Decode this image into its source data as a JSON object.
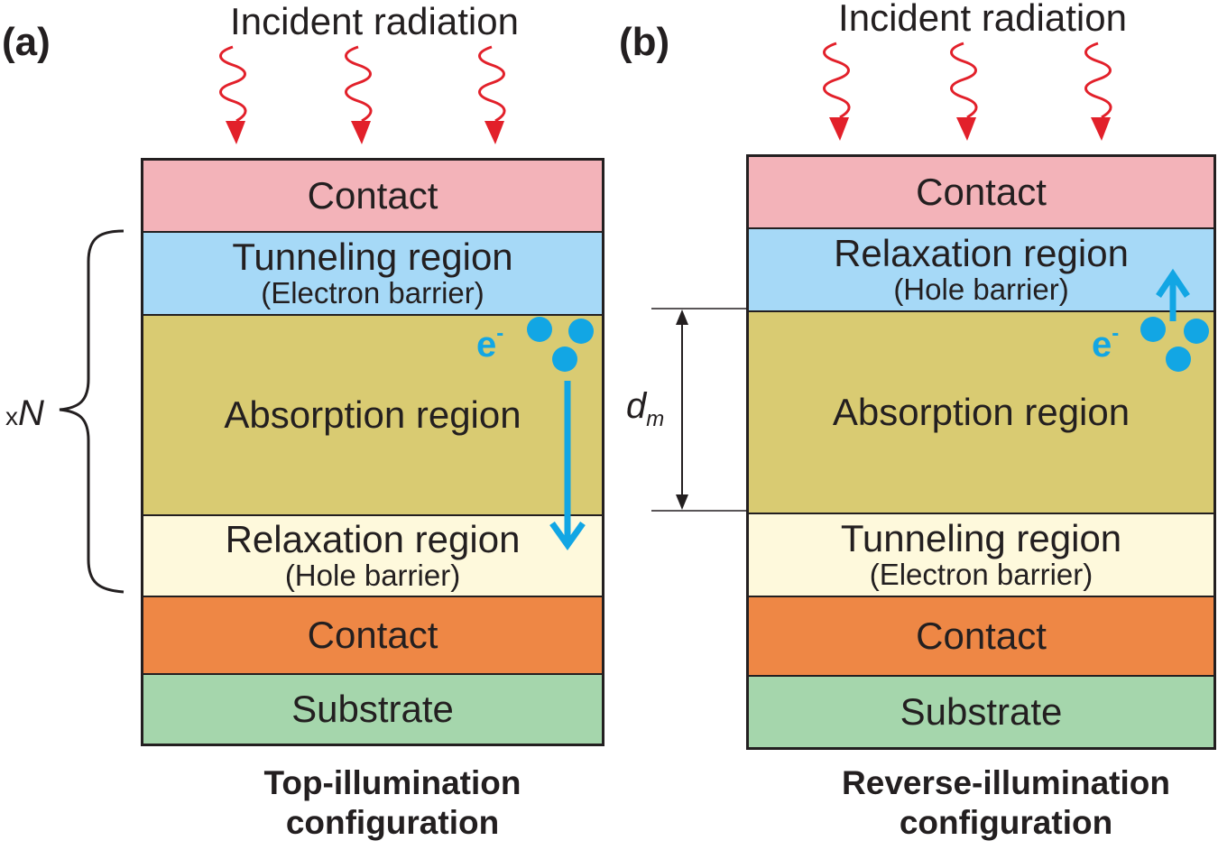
{
  "panel_a": {
    "label": "(a)",
    "incident": "Incident radiation",
    "layers": [
      {
        "main": "Contact",
        "color": "#f3b3b9"
      },
      {
        "main": "Tunneling region",
        "sub": "(Electron barrier)",
        "color": "#a6d9f7"
      },
      {
        "main": "Absorption region",
        "color": "#d9cb72"
      },
      {
        "main": "Relaxation region",
        "sub": "(Hole barrier)",
        "color": "#fef9dc"
      },
      {
        "main": "Contact",
        "color": "#ee8745"
      },
      {
        "main": "Substrate",
        "color": "#a5d6ac"
      }
    ],
    "carrier": {
      "symbol": "e",
      "charge": "-"
    },
    "repeat": {
      "prefix": "x",
      "symbol": "N"
    },
    "config": [
      "Top-illumination",
      "configuration"
    ]
  },
  "panel_b": {
    "label": "(b)",
    "incident": "Incident radiation",
    "layers": [
      {
        "main": "Contact",
        "color": "#f3b3b9"
      },
      {
        "main": "Relaxation region",
        "sub": "(Hole barrier)",
        "color": "#a6d9f7"
      },
      {
        "main": "Absorption region",
        "color": "#d9cb72"
      },
      {
        "main": "Tunneling region",
        "sub": "(Electron barrier)",
        "color": "#fef9dc"
      },
      {
        "main": "Contact",
        "color": "#ee8745"
      },
      {
        "main": "Substrate",
        "color": "#a5d6ac"
      }
    ],
    "carrier": {
      "symbol": "e",
      "charge": "-"
    },
    "dimension": {
      "symbol": "d",
      "subscript": "m"
    },
    "config": [
      "Reverse-illumination",
      "configuration"
    ]
  },
  "colors": {
    "radiation": "#e2202a",
    "carrier": "#12a6e4",
    "outline": "#231f20"
  },
  "icons": {
    "radiation": "wavy-arrow-icon",
    "brace": "curly-brace-icon",
    "dimension": "double-arrow-icon"
  }
}
